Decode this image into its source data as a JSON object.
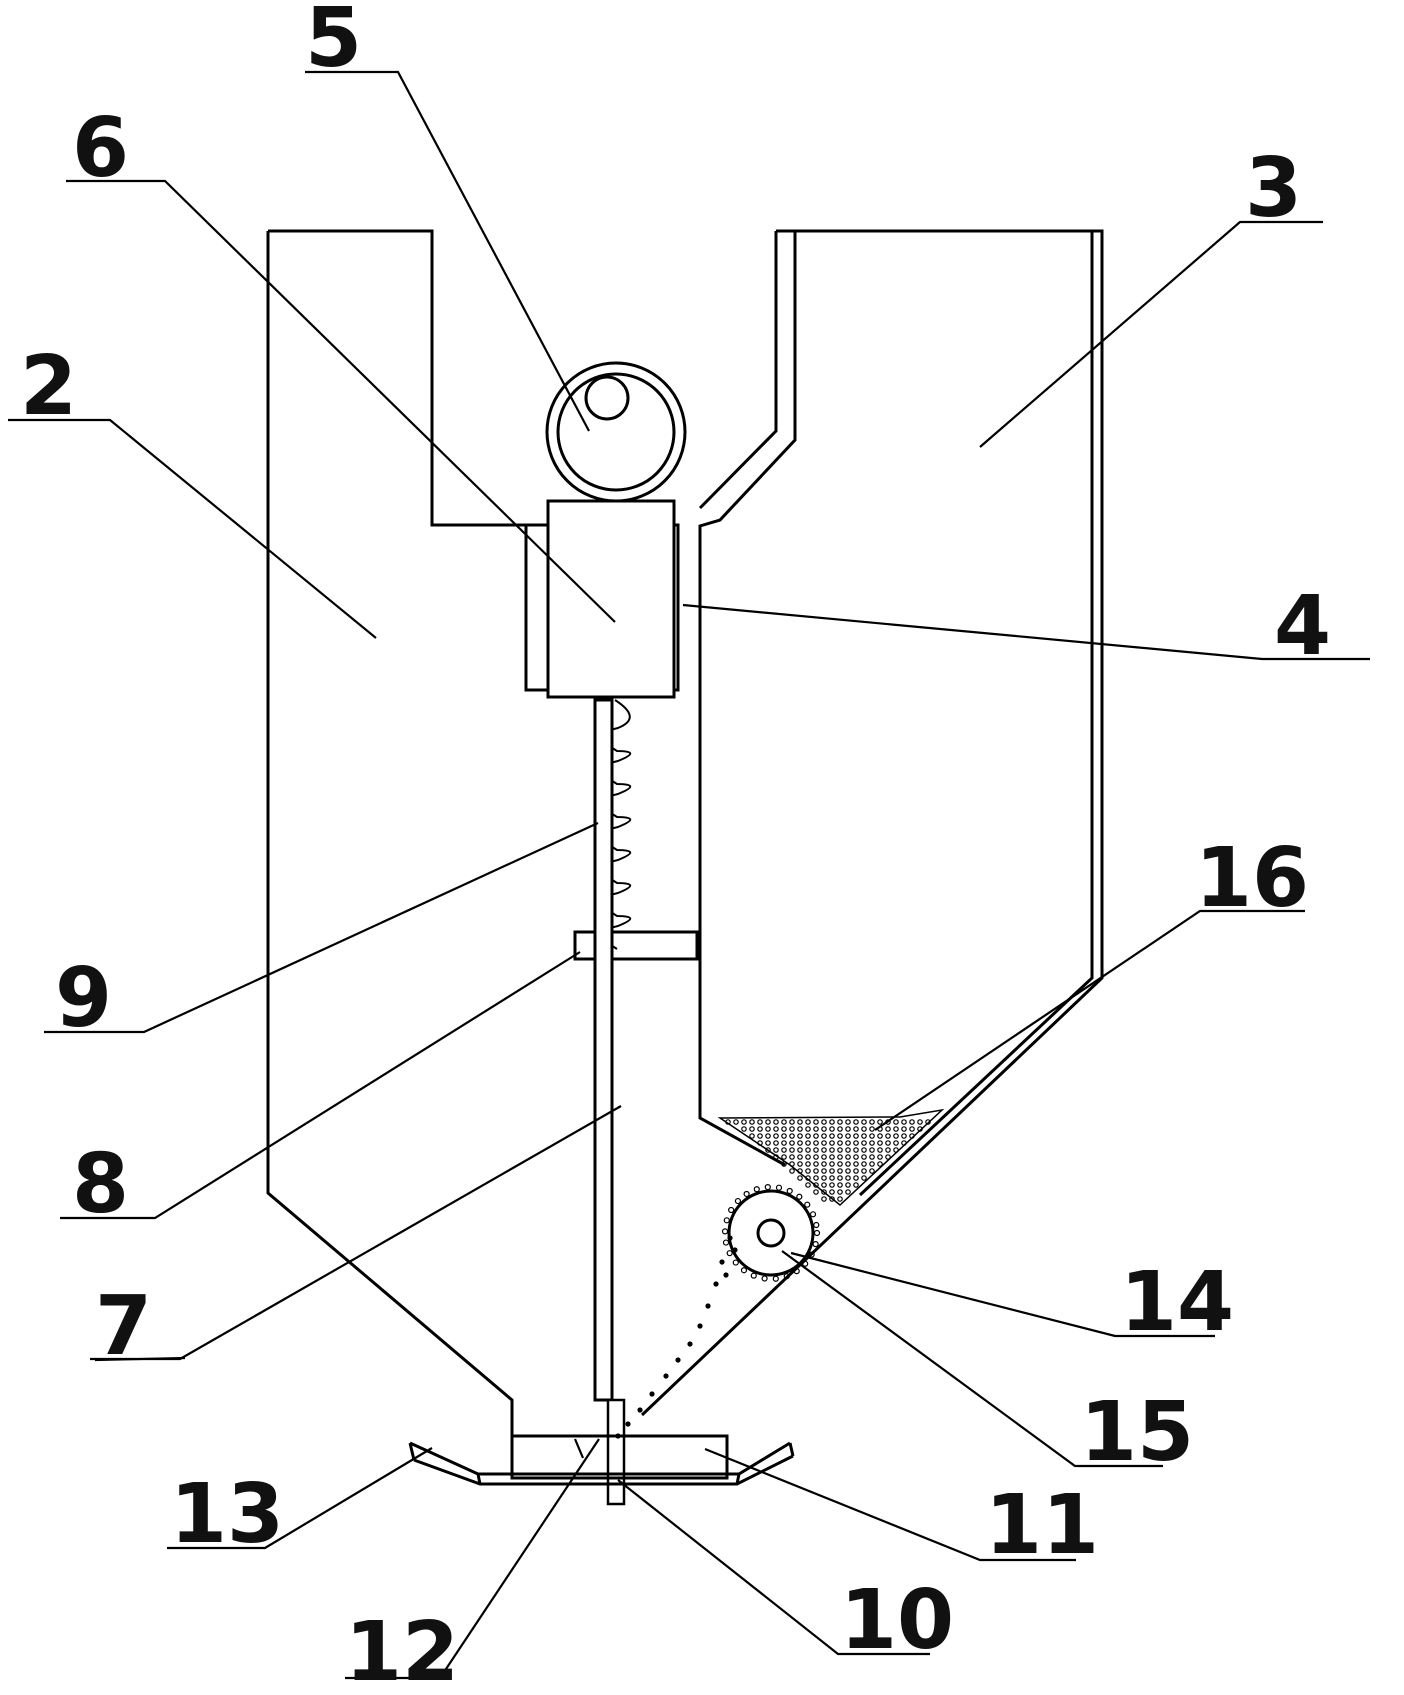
{
  "figure": {
    "labels": [
      {
        "id": "2",
        "text": "2"
      },
      {
        "id": "3",
        "text": "3"
      },
      {
        "id": "4",
        "text": "4"
      },
      {
        "id": "5",
        "text": "5"
      },
      {
        "id": "6",
        "text": "6"
      },
      {
        "id": "7",
        "text": "7"
      },
      {
        "id": "8",
        "text": "8"
      },
      {
        "id": "9",
        "text": "9"
      },
      {
        "id": "10",
        "text": "10"
      },
      {
        "id": "11",
        "text": "11"
      },
      {
        "id": "12",
        "text": "12"
      },
      {
        "id": "13",
        "text": "13"
      },
      {
        "id": "14",
        "text": "14"
      },
      {
        "id": "15",
        "text": "15"
      },
      {
        "id": "16",
        "text": "16"
      }
    ]
  }
}
